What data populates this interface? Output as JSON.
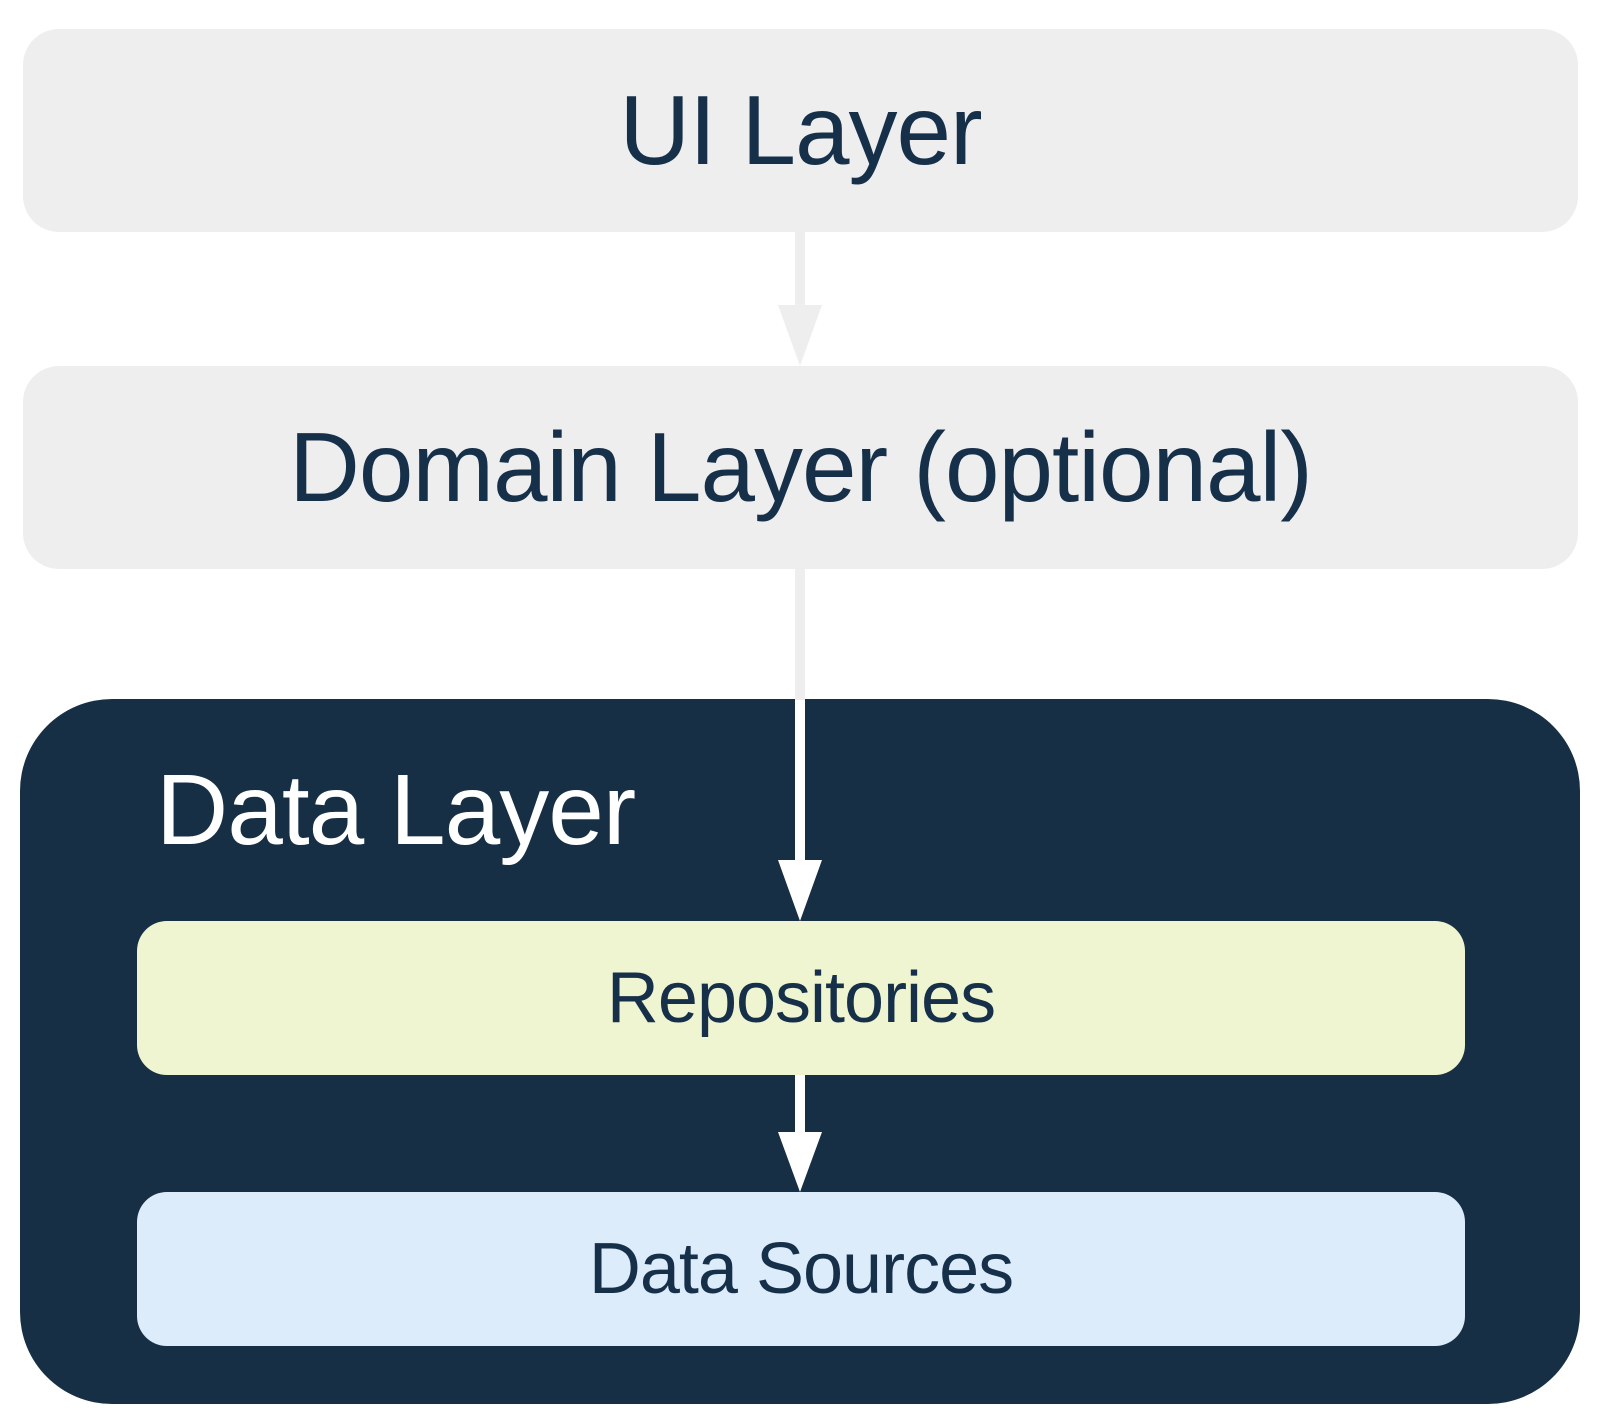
{
  "diagram": {
    "ui_layer": {
      "label": "UI Layer",
      "color": "#eeeeee"
    },
    "domain_layer": {
      "label": "Domain Layer (optional)",
      "color": "#eeeeee"
    },
    "data_layer": {
      "label": "Data Layer",
      "color": "#172f44",
      "repositories": {
        "label": "Repositories",
        "color": "#eff5d1"
      },
      "data_sources": {
        "label": "Data Sources",
        "color": "#dcecfb"
      }
    },
    "text_color": "#16304a",
    "arrow_color_light": "#eeeeee",
    "arrow_color_dark": "#ffffff"
  }
}
